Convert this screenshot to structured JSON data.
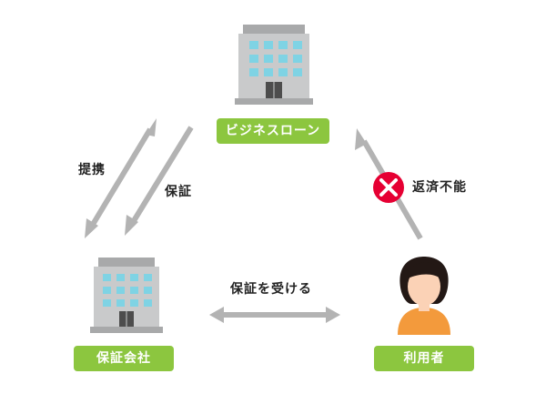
{
  "nodes": {
    "business_loan": {
      "label": "ビジネスローン",
      "icon": "office-building-icon"
    },
    "guarantee_company": {
      "label": "保証会社",
      "icon": "office-building-icon"
    },
    "user": {
      "label": "利用者",
      "icon": "person-avatar-icon"
    }
  },
  "edges": {
    "partnership": {
      "label": "提携"
    },
    "guarantee": {
      "label": "保証"
    },
    "receive_guarantee": {
      "label": "保証を受ける"
    },
    "default": {
      "label": "返済不能",
      "icon": "x-mark-icon"
    }
  },
  "colors": {
    "label_bg": "#8cc63f",
    "arrow": "#b3b3b3",
    "building": "#c9cacb",
    "window": "#7fd3e4",
    "x_mark": "#e60033",
    "avatar_shirt": "#f39a3c",
    "avatar_skin": "#fbd2b6",
    "avatar_hair": "#231815"
  }
}
